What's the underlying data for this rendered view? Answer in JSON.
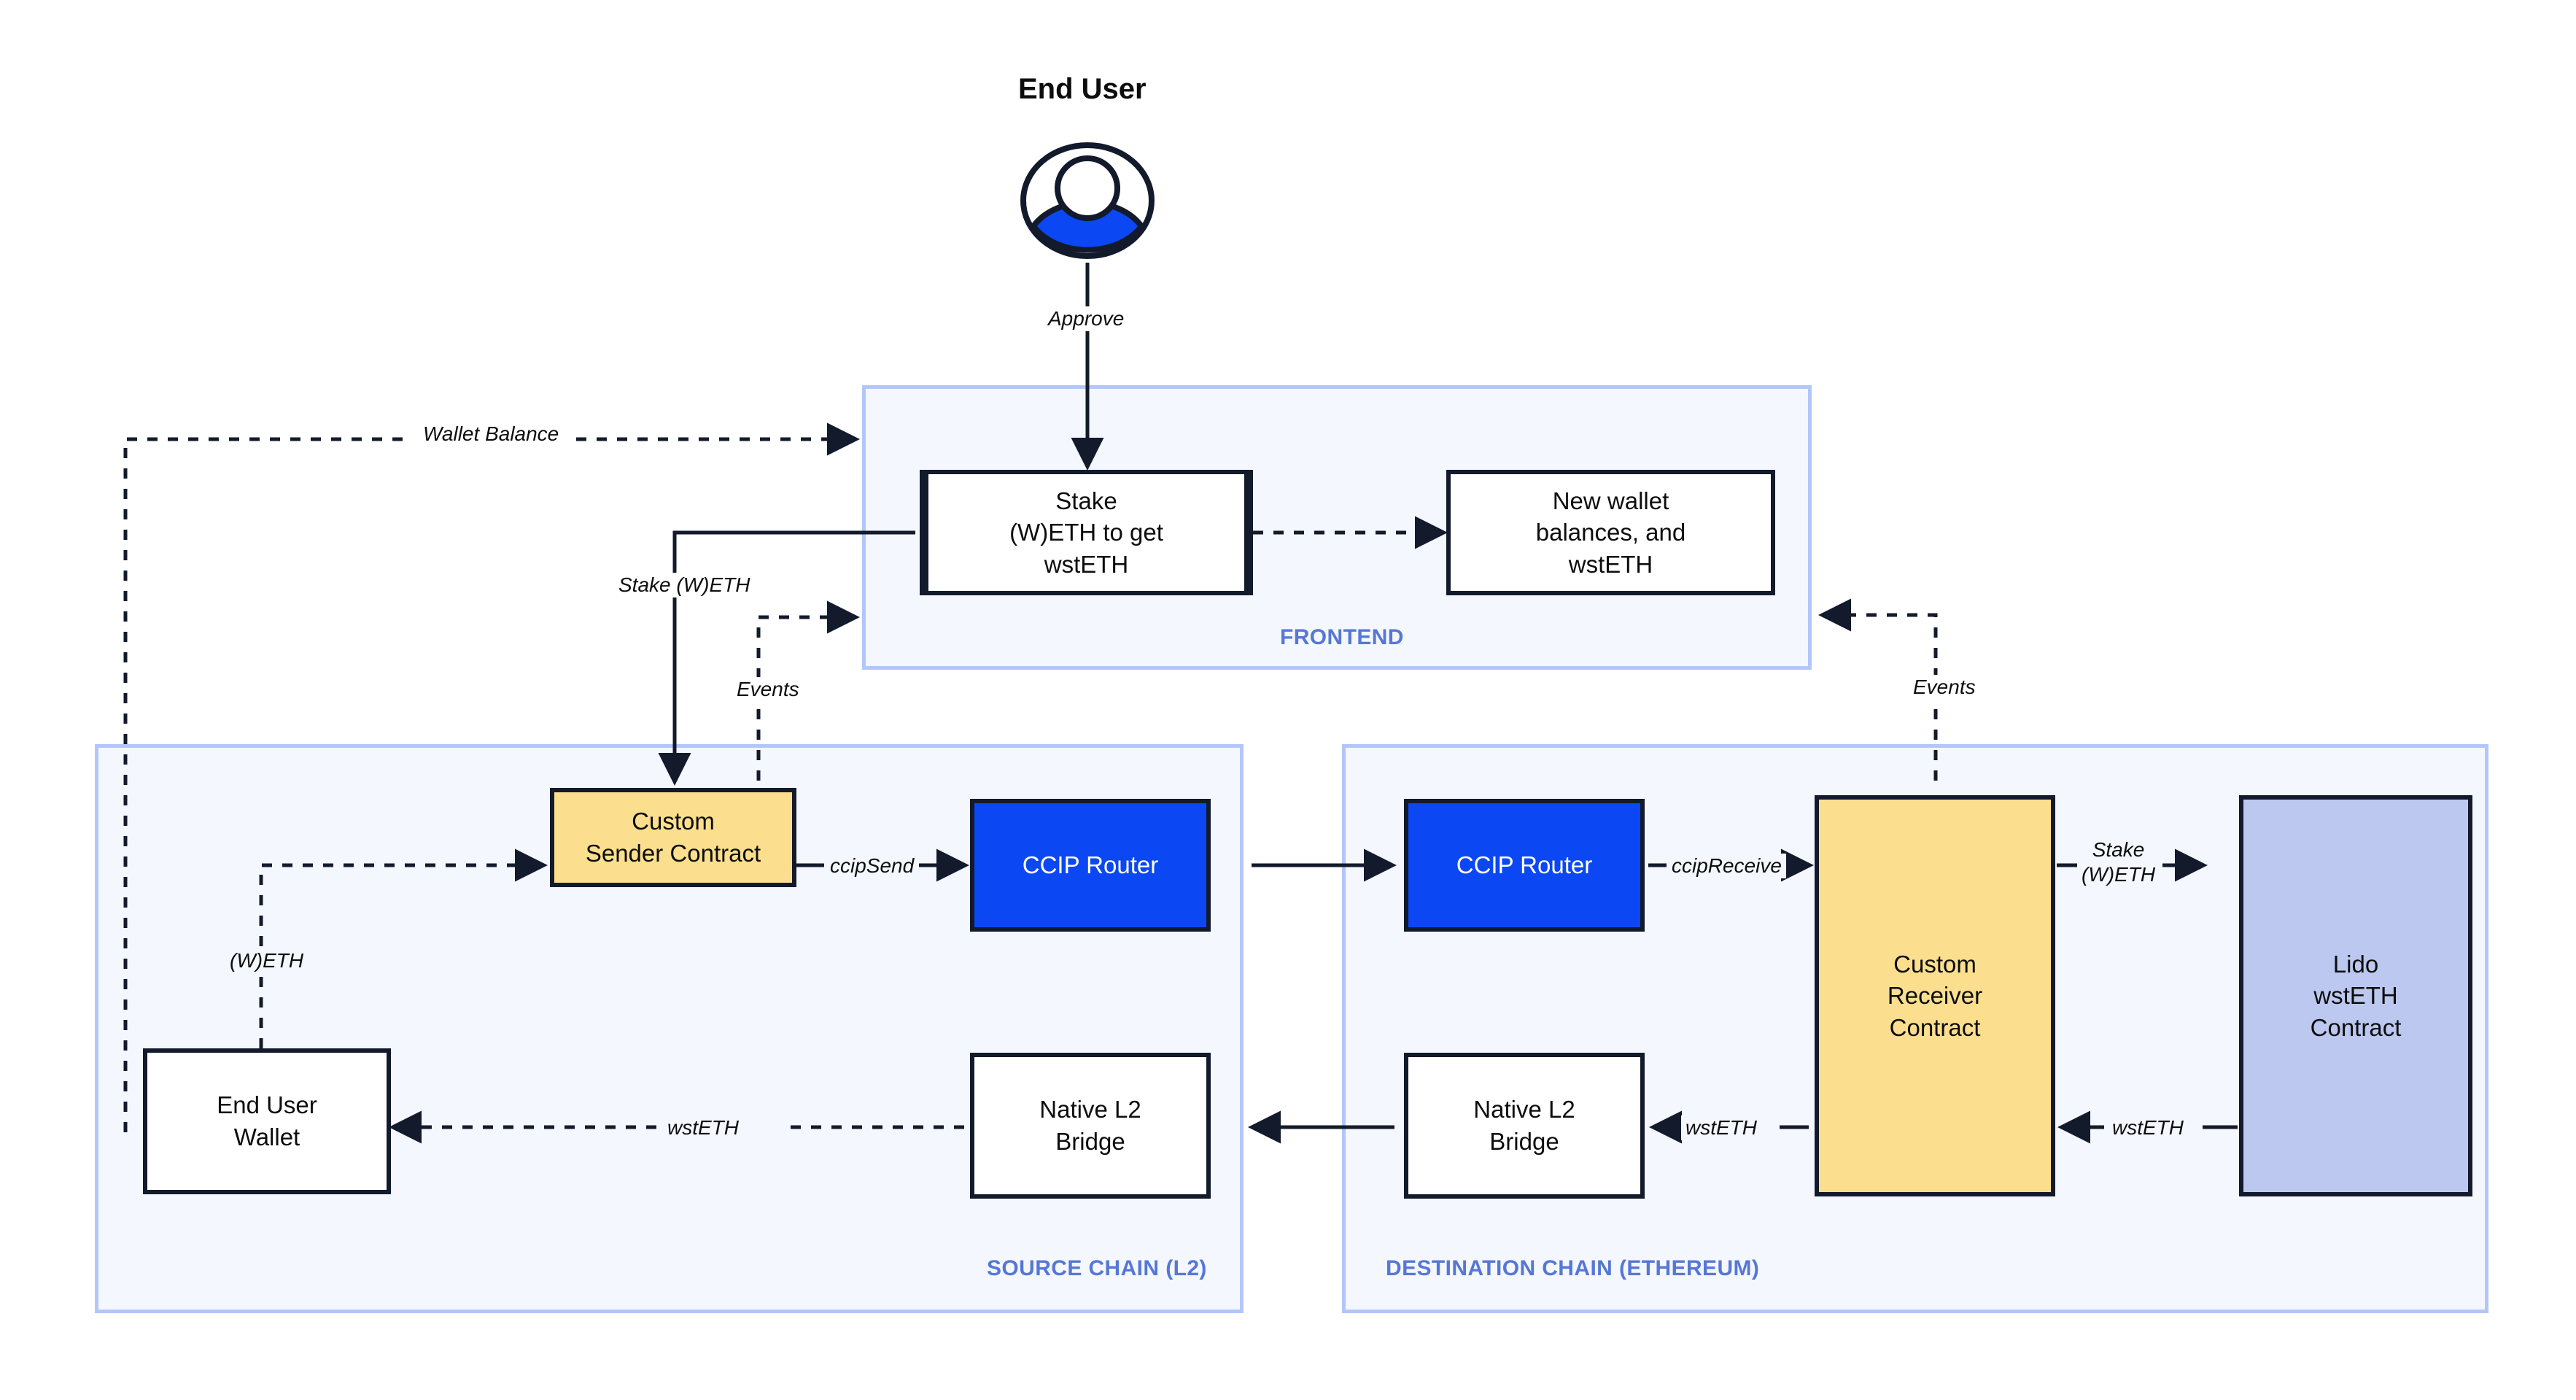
{
  "diagram": {
    "title_actor": "End User",
    "actor_icon": "user-avatar-icon",
    "accent_blue": "#0B47F2",
    "zone_border": "#B3C6FB",
    "zone_fill": "#F5F7FE",
    "zone_label_color": "#5577D6",
    "yellow_fill": "#FCDF8E",
    "violet_fill": "#BCC8F0",
    "stroke": "#121A2B"
  },
  "zones": [
    {
      "id": "frontend",
      "label": "FRONTEND"
    },
    {
      "id": "source",
      "label": "SOURCE CHAIN (L2)"
    },
    {
      "id": "destination",
      "label": "DESTINATION CHAIN (ETHEREUM)"
    }
  ],
  "nodes": [
    {
      "id": "stake-form",
      "label": "Stake\n(W)ETH to get\nwstETH",
      "zone": "frontend",
      "style": "process"
    },
    {
      "id": "new-balances",
      "label": "New wallet\nbalances, and\nwstETH",
      "zone": "frontend",
      "style": "plain"
    },
    {
      "id": "custom-sender",
      "label": "Custom\nSender Contract",
      "zone": "source",
      "style": "yellow"
    },
    {
      "id": "ccip-router-src",
      "label": "CCIP Router",
      "zone": "source",
      "style": "blue"
    },
    {
      "id": "end-user-wallet",
      "label": "End User\nWallet",
      "zone": "source",
      "style": "plain"
    },
    {
      "id": "native-bridge-src",
      "label": "Native L2\nBridge",
      "zone": "source",
      "style": "plain"
    },
    {
      "id": "ccip-router-dst",
      "label": "CCIP Router",
      "zone": "destination",
      "style": "blue"
    },
    {
      "id": "custom-receiver",
      "label": "Custom\nReceiver\nContract",
      "zone": "destination",
      "style": "yellow"
    },
    {
      "id": "lido-wsteth",
      "label": "Lido\nwstETH\nContract",
      "zone": "destination",
      "style": "violet"
    },
    {
      "id": "native-bridge-dst",
      "label": "Native L2\nBridge",
      "zone": "destination",
      "style": "plain"
    }
  ],
  "edges": [
    {
      "id": "approve",
      "label": "Approve",
      "from": "end-user",
      "to": "stake-form",
      "line": "solid"
    },
    {
      "id": "wallet-balance",
      "label": "Wallet Balance",
      "from": "end-user-wallet",
      "to": "stake-form",
      "line": "dashed"
    },
    {
      "id": "stake-weth-fe",
      "label": "Stake (W)ETH",
      "from": "stake-form",
      "to": "custom-sender",
      "line": "solid"
    },
    {
      "id": "events-src",
      "label": "Events",
      "from": "custom-sender",
      "to": "stake-form",
      "line": "dashed"
    },
    {
      "id": "new-balances-e",
      "label": "",
      "from": "stake-form",
      "to": "new-balances",
      "line": "dashed"
    },
    {
      "id": "weth-in",
      "label": "(W)ETH",
      "from": "end-user-wallet",
      "to": "custom-sender",
      "line": "dashed"
    },
    {
      "id": "ccip-send",
      "label": "ccipSend",
      "from": "custom-sender",
      "to": "ccip-router-src",
      "line": "solid"
    },
    {
      "id": "cross-chain",
      "label": "",
      "from": "ccip-router-src",
      "to": "ccip-router-dst",
      "line": "solid"
    },
    {
      "id": "ccip-receive",
      "label": "ccipReceive",
      "from": "ccip-router-dst",
      "to": "custom-receiver",
      "line": "solid"
    },
    {
      "id": "stake-weth-dst",
      "label": "Stake\n(W)ETH",
      "from": "custom-receiver",
      "to": "lido-wsteth",
      "line": "solid"
    },
    {
      "id": "wsteth-back",
      "label": "wstETH",
      "from": "lido-wsteth",
      "to": "custom-receiver",
      "line": "solid"
    },
    {
      "id": "wsteth-bridge",
      "label": "wstETH",
      "from": "custom-receiver",
      "to": "native-bridge-dst",
      "line": "solid"
    },
    {
      "id": "bridge-cross",
      "label": "",
      "from": "native-bridge-dst",
      "to": "native-bridge-src",
      "line": "solid"
    },
    {
      "id": "wsteth-wallet",
      "label": "wstETH",
      "from": "native-bridge-src",
      "to": "end-user-wallet",
      "line": "dashed"
    },
    {
      "id": "events-dst",
      "label": "Events",
      "from": "custom-receiver",
      "to": "new-balances",
      "line": "dashed"
    }
  ]
}
